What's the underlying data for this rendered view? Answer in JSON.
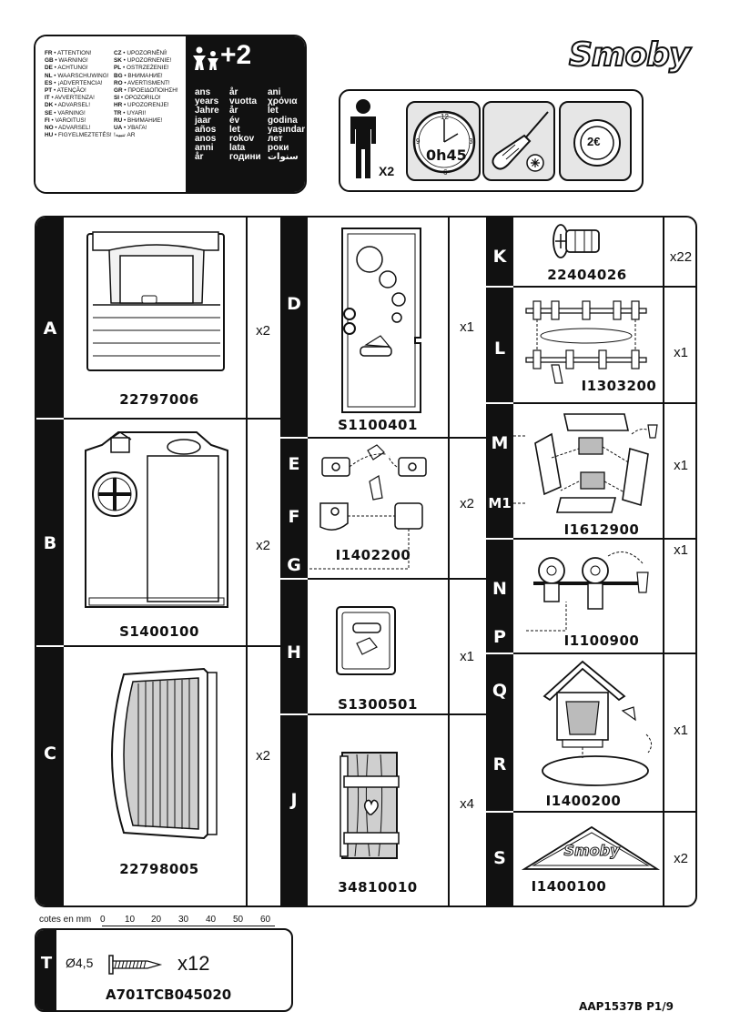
{
  "warnings": {
    "left_col": [
      {
        "code": "FR",
        "text": "ATTENTION!"
      },
      {
        "code": "GB",
        "text": "WARNING!"
      },
      {
        "code": "DE",
        "text": "ACHTUNG!"
      },
      {
        "code": "NL",
        "text": "WAARSCHUWING!"
      },
      {
        "code": "ES",
        "text": "¡ADVERTENCIA!"
      },
      {
        "code": "PT",
        "text": "ATENÇÃO!"
      },
      {
        "code": "IT",
        "text": "AVVERTENZA!"
      },
      {
        "code": "DK",
        "text": "ADVARSEL!"
      },
      {
        "code": "SE",
        "text": "VARNING!"
      },
      {
        "code": "FI",
        "text": "VAROITUS!"
      },
      {
        "code": "NO",
        "text": "ADVARSEL!"
      },
      {
        "code": "HU",
        "text": "FIGYELMEZTETÉS!"
      }
    ],
    "right_col": [
      {
        "code": "CZ",
        "text": "UPOZORNĚNÍ!"
      },
      {
        "code": "SK",
        "text": "UPOZORNENIE!"
      },
      {
        "code": "PL",
        "text": "OSTRZEŻENIE!"
      },
      {
        "code": "BG",
        "text": "ВНИМАНИЕ!"
      },
      {
        "code": "RO",
        "text": "AVERTISMENT!"
      },
      {
        "code": "GR",
        "text": "ΠΡΟΕΙΔΟΠΟΙΗΣΗ!"
      },
      {
        "code": "SI",
        "text": "OPOZORILO!"
      },
      {
        "code": "HR",
        "text": "UPOZORENJE!"
      },
      {
        "code": "TR",
        "text": "UYARI!"
      },
      {
        "code": "RU",
        "text": "ВНИМАНИЕ!"
      },
      {
        "code": "UA",
        "text": "УВАГА!"
      },
      {
        "code": "",
        "text": "!تنبيه AR"
      }
    ],
    "age": "+2",
    "age_words": [
      [
        "ans",
        "år",
        "ani"
      ],
      [
        "years",
        "vuotta",
        "χρόνια"
      ],
      [
        "Jahre",
        "år",
        "let"
      ],
      [
        "jaar",
        "év",
        "godina"
      ],
      [
        "años",
        "let",
        "yaşından"
      ],
      [
        "anos",
        "rokov",
        "лет"
      ],
      [
        "anni",
        "lata",
        "роки"
      ],
      [
        "år",
        "години",
        "سنوات"
      ]
    ]
  },
  "brand": {
    "logo": "Smoby"
  },
  "tools": {
    "persons": "X2",
    "time": "0h45",
    "clock_nums": [
      "12",
      "3",
      "6",
      "9"
    ],
    "coin": "2€"
  },
  "parts": {
    "A": {
      "letter": "A",
      "code": "22797006",
      "qty": "x2"
    },
    "B": {
      "letter": "B",
      "code": "S1400100",
      "qty": "x2"
    },
    "C": {
      "letter": "C",
      "code": "22798005",
      "qty": "x2"
    },
    "D": {
      "letter": "D",
      "code": "S1100401",
      "qty": "x1"
    },
    "EFG": {
      "letters": [
        "E",
        "F",
        "G"
      ],
      "code": "I1402200",
      "qty": "x2"
    },
    "H": {
      "letter": "H",
      "code": "S1300501",
      "qty": "x1"
    },
    "J": {
      "letter": "J",
      "code": "34810010",
      "qty": "x4"
    },
    "K": {
      "letter": "K",
      "code": "22404026",
      "qty": "x22"
    },
    "L": {
      "letter": "L",
      "code": "I1303200",
      "qty": "x1"
    },
    "M": {
      "letters": [
        "M",
        "M1"
      ],
      "code": "I1612900",
      "qty": "x1"
    },
    "NP": {
      "letters": [
        "N",
        "P"
      ],
      "code": "I1100900",
      "qty": "x1"
    },
    "QR": {
      "letters": [
        "Q",
        "R"
      ],
      "code": "I1400200",
      "qty": "x1"
    },
    "S": {
      "letter": "S",
      "code": "I1400100",
      "qty": "x2",
      "logo": "Smoby"
    }
  },
  "ruler": {
    "label": "cotes en mm",
    "ticks": [
      "0",
      "10",
      "20",
      "30",
      "40",
      "50",
      "60"
    ]
  },
  "screw": {
    "letter": "T",
    "diameter": "Ø4,5",
    "qty": "x12",
    "code": "A701TCB045020"
  },
  "footer": {
    "ref": "AAP1537B P1/9"
  }
}
